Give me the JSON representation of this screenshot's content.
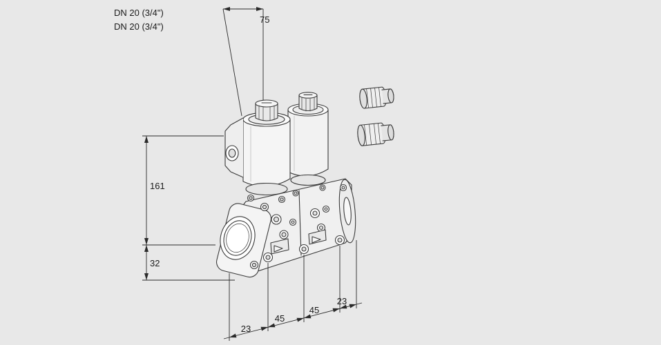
{
  "labels": {
    "dn_top": "DN 20 (3/4\")",
    "dn_bottom": "DN 20 (3/4\")"
  },
  "dimensions": {
    "top_width": "75",
    "side_height": "161",
    "side_offset": "32",
    "bottom_23_left": "23",
    "bottom_45_left": "45",
    "bottom_45_right": "45",
    "bottom_23_right": "23"
  },
  "colors": {
    "background": "#e8e8e8",
    "line": "#3a3a3a",
    "fill_light": "#f5f5f5",
    "fill_shade": "#dcdcdc"
  }
}
